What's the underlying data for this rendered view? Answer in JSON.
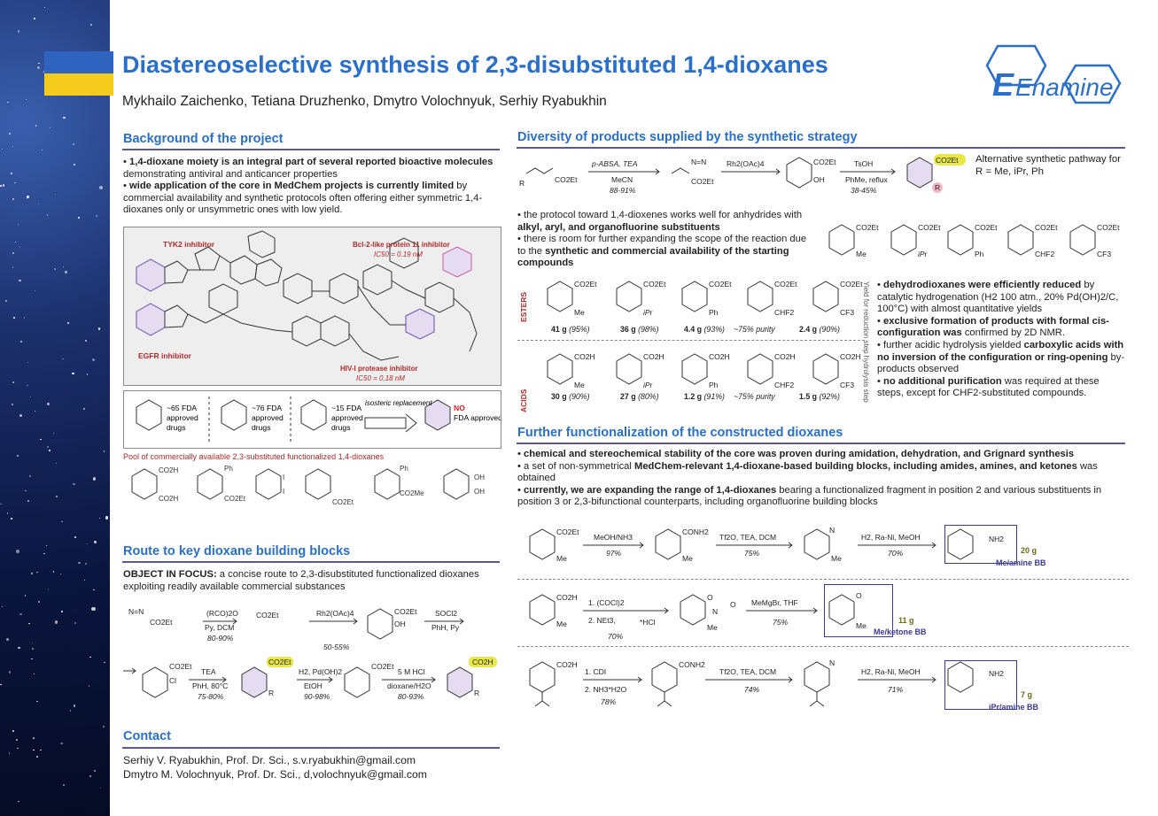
{
  "header": {
    "title": "Diastereoselective synthesis of 2,3-disubstituted 1,4-dioxanes",
    "authors": "Mykhailo Zaichenko, Tetiana Druzhenko, Dmytro Volochnyuk, Serhiy Ryabukhin",
    "logo_text": "Enamine"
  },
  "colors": {
    "accent": "#2a6fc9",
    "rule": "#5a5a8c",
    "flag_blue": "#2f63c0",
    "flag_yellow": "#f6cc1c",
    "highlight": "#e8e84a",
    "ring": "#e6dcf2"
  },
  "background": {
    "heading": "Background of the project",
    "bullets": [
      {
        "bold": "1,4-dioxane moiety is an integral part of several reported bioactive molecules",
        "rest": " demonstrating antiviral and anticancer properties"
      },
      {
        "bold": "wide application of the core in MedChem projects is currently limited",
        "rest": " by commercial availability and synthetic protocols often offering either symmetric 1,4-dioxanes only or unsymmetric ones with low yield."
      }
    ],
    "figure": {
      "tyk2": "TYK2 inhibitor",
      "egfr": "EGFR inhibitor",
      "bcl": "Bcl-2-like protein 11 inhibitor",
      "bcl_ic": "IC50 = 0.19 nM",
      "hiv": "HIV-I protease inhibitor",
      "hiv_ic": "IC50 = 0.18 nM"
    },
    "fda": [
      {
        "text1": "~65 FDA",
        "text2": "approved",
        "text3": "drugs"
      },
      {
        "text1": "~76 FDA",
        "text2": "approved",
        "text3": "drugs"
      },
      {
        "text1": "~15 FDA",
        "text2": "approved",
        "text3": "drugs"
      }
    ],
    "isosteric": "isosteric replacement",
    "no_fda_bold": "NO",
    "no_fda_rest": " FDA approved drugs",
    "pool": "Pool of commercially available 2,3-substituted functionalized 1,4-dioxanes"
  },
  "route": {
    "heading": "Route to key dioxane building blocks",
    "focus_bold": "OBJECT IN FOCUS:",
    "focus_rest": " a concise route to 2,3-disubstituted functionalized dioxanes exploiting readily available commercial substances",
    "row1": [
      {
        "reagent": "(RCO)2O",
        "cond": "Py, DCM",
        "yield": "80-90%"
      },
      {
        "reagent": "Rh2(OAc)4",
        "cond": "",
        "yield": "50-55%"
      },
      {
        "reagent": "SOCl2",
        "cond": "PhH, Py",
        "yield": ""
      }
    ],
    "row2": [
      {
        "reagent": "TEA",
        "cond": "PhH, 80°C",
        "yield": "75-80%"
      },
      {
        "reagent": "H2, Pd(OH)2",
        "cond": "EtOH",
        "yield": "90-98%"
      },
      {
        "reagent": "5 M HCl",
        "cond": "dioxane/H2O",
        "yield": "80-93%"
      }
    ]
  },
  "contact": {
    "heading": "Contact",
    "lines": [
      "Serhiy V. Ryabukhin, Prof. Dr. Sci., s.v.ryabukhin@gmail.com",
      "Dmytro M. Volochnyuk, Prof. Dr. Sci., d,volochnyuk@gmail.com"
    ]
  },
  "diversity": {
    "heading": "Diversity of products supplied by the synthetic strategy",
    "scheme": [
      {
        "reagent": "p-ABSA, TEA",
        "cond": "MeCN",
        "yield": "88-91%"
      },
      {
        "reagent": "Rh2(OAc)4",
        "cond": "",
        "yield": ""
      },
      {
        "reagent": "TsOH",
        "cond": "PhMe, reflux",
        "yield": "38-45%"
      }
    ],
    "alt_path": "Alternative synthetic pathway for R = Me, iPr, Ph",
    "bullets": [
      {
        "pre": "the protocol toward 1,4-dioxenes works well for anhydrides with ",
        "bold": "alkyl, aryl, and organofluorine substituents",
        "rest": ""
      },
      {
        "pre": "there is room for further expanding the scope of the reaction due to the ",
        "bold": "synthetic and commercial availability of the starting compounds",
        "rest": ""
      }
    ],
    "dioxene_subs": [
      "Me",
      "iPr",
      "Ph",
      "CHF2",
      "CF3"
    ],
    "esters_label": "ESTERS",
    "acids_label": "ACIDS",
    "side_label": "Yield for reduction step hydrolysis step",
    "esters": [
      {
        "sub": "Me",
        "mass": "41 g",
        "y": "(95%)"
      },
      {
        "sub": "iPr",
        "mass": "36 g",
        "y": "(98%)"
      },
      {
        "sub": "Ph",
        "mass": "4.4 g",
        "y": "(93%)"
      },
      {
        "sub": "CHF2",
        "mass": "~75% purity",
        "y": ""
      },
      {
        "sub": "CF3",
        "mass": "2.4 g",
        "y": "(90%)"
      }
    ],
    "acids": [
      {
        "sub": "Me",
        "mass": "30 g",
        "y": "(90%)"
      },
      {
        "sub": "iPr",
        "mass": "27 g",
        "y": "(80%)"
      },
      {
        "sub": "Ph",
        "mass": "1.2 g",
        "y": "(91%)"
      },
      {
        "sub": "CHF2",
        "mass": "~75% purity",
        "y": ""
      },
      {
        "sub": "CF3",
        "mass": "1.5 g",
        "y": "(92%)"
      }
    ],
    "right_bullets": [
      {
        "bold": "dehydrodioxanes were efficiently reduced",
        "rest": " by catalytic hydrogenation (H2 100 atm., 20% Pd(OH)2/C, 100°C) with almost quantitative yields"
      },
      {
        "bold": "exclusive formation of products with formal cis-configuration was",
        "rest": " confirmed by 2D NMR."
      },
      {
        "pre": "further acidic hydrolysis yielded ",
        "bold": "carboxylic acids with no inversion of the configuration or ring-opening",
        "rest": " by-products observed"
      },
      {
        "bold": "no additional purification",
        "rest": " was required at these steps, except for CHF2-substituted compounds."
      }
    ]
  },
  "further": {
    "heading": "Further functionalization of the constructed dioxanes",
    "bullets": [
      {
        "pre": "",
        "bold": "chemical and stereochemical stability of the core was proven during amidation, dehydration, and Grignard synthesis",
        "rest": ""
      },
      {
        "pre": "a set of non-symmetrical ",
        "bold": "MedChem-relevant 1,4-dioxane-based building blocks, including amides, amines, and ketones",
        "rest": " was obtained"
      },
      {
        "pre": "",
        "bold": "currently, we are expanding the range of 1,4-dioxanes",
        "rest": " bearing a functionalized fragment in position 2 and various substituents in position 3 or 2,3-bifunctional counterparts, including organofluorine building blocks"
      }
    ],
    "row1": {
      "steps": [
        {
          "reagent": "MeOH/NH3",
          "yield": "97%"
        },
        {
          "reagent": "Tf2O, TEA, DCM",
          "yield": "75%"
        },
        {
          "reagent": "H2, Ra-Ni, MeOH",
          "yield": "70%"
        }
      ],
      "amount": "20 g",
      "label": "Me/amine BB"
    },
    "row2": {
      "steps": [
        {
          "reagent": "1. (COCl)2",
          "reagent2": "2. NEt3,",
          "extra": "*HCl",
          "yield": "70%"
        },
        {
          "reagent": "MeMgBr, THF",
          "yield": "75%"
        }
      ],
      "amount": "11 g",
      "label": "Me/ketone BB"
    },
    "row3": {
      "steps": [
        {
          "reagent": "1. CDI",
          "reagent2": "2. NH3*H2O",
          "yield": "78%"
        },
        {
          "reagent": "Tf2O, TEA, DCM",
          "yield": "74%"
        },
        {
          "reagent": "H2, Ra-Ni, MeOH",
          "yield": "71%"
        }
      ],
      "amount": "7 g",
      "label": "iPr/amine BB"
    }
  }
}
